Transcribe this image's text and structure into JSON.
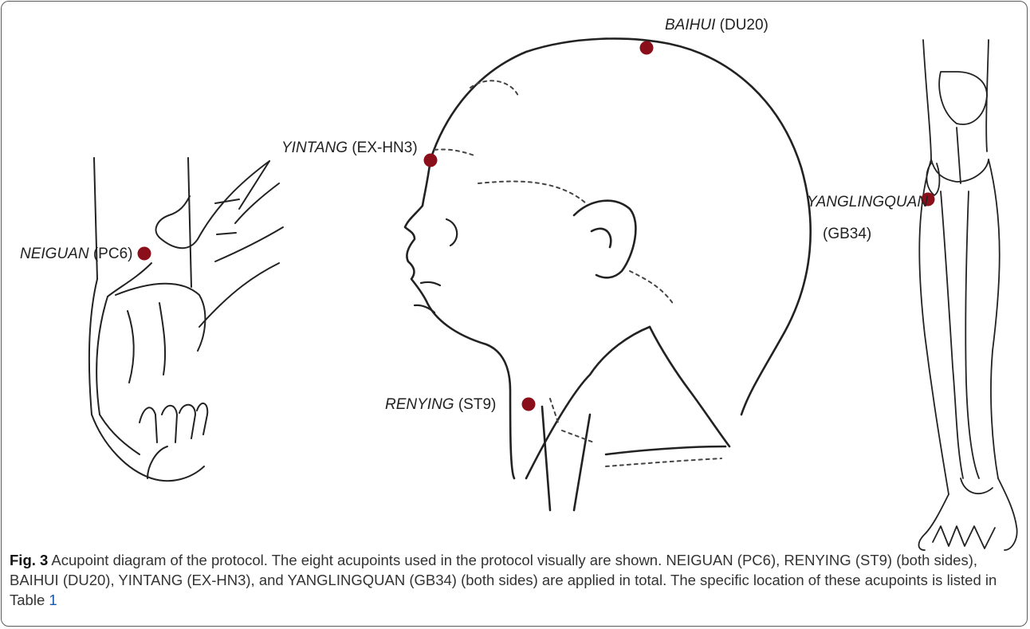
{
  "points": [
    {
      "id": "neiguan",
      "name": "NEIGUAN",
      "code": "(PC6)"
    },
    {
      "id": "yintang",
      "name": "YINTANG",
      "code": "(EX-HN3)"
    },
    {
      "id": "baihui",
      "name": "BAIHUI",
      "code": "(DU20)"
    },
    {
      "id": "renying",
      "name": "RENYING",
      "code": "(ST9)"
    },
    {
      "id": "yanglingquan",
      "name": "YANGLINGQUAN",
      "code": "(GB34)"
    }
  ],
  "colors": {
    "point": "#8b0f1a",
    "line": "#222222"
  },
  "caption": {
    "fig": "Fig. 3",
    "text": " Acupoint diagram of the protocol. The eight acupoints used in the protocol visually are shown. NEIGUAN (PC6), RENYING (ST9) (both sides), BAIHUI (DU20), YINTANG (EX-HN3), and YANGLINGQUAN (GB34) (both sides) are applied in total. The specific location of these acupoints is listed in Table ",
    "table_ref": "1"
  }
}
